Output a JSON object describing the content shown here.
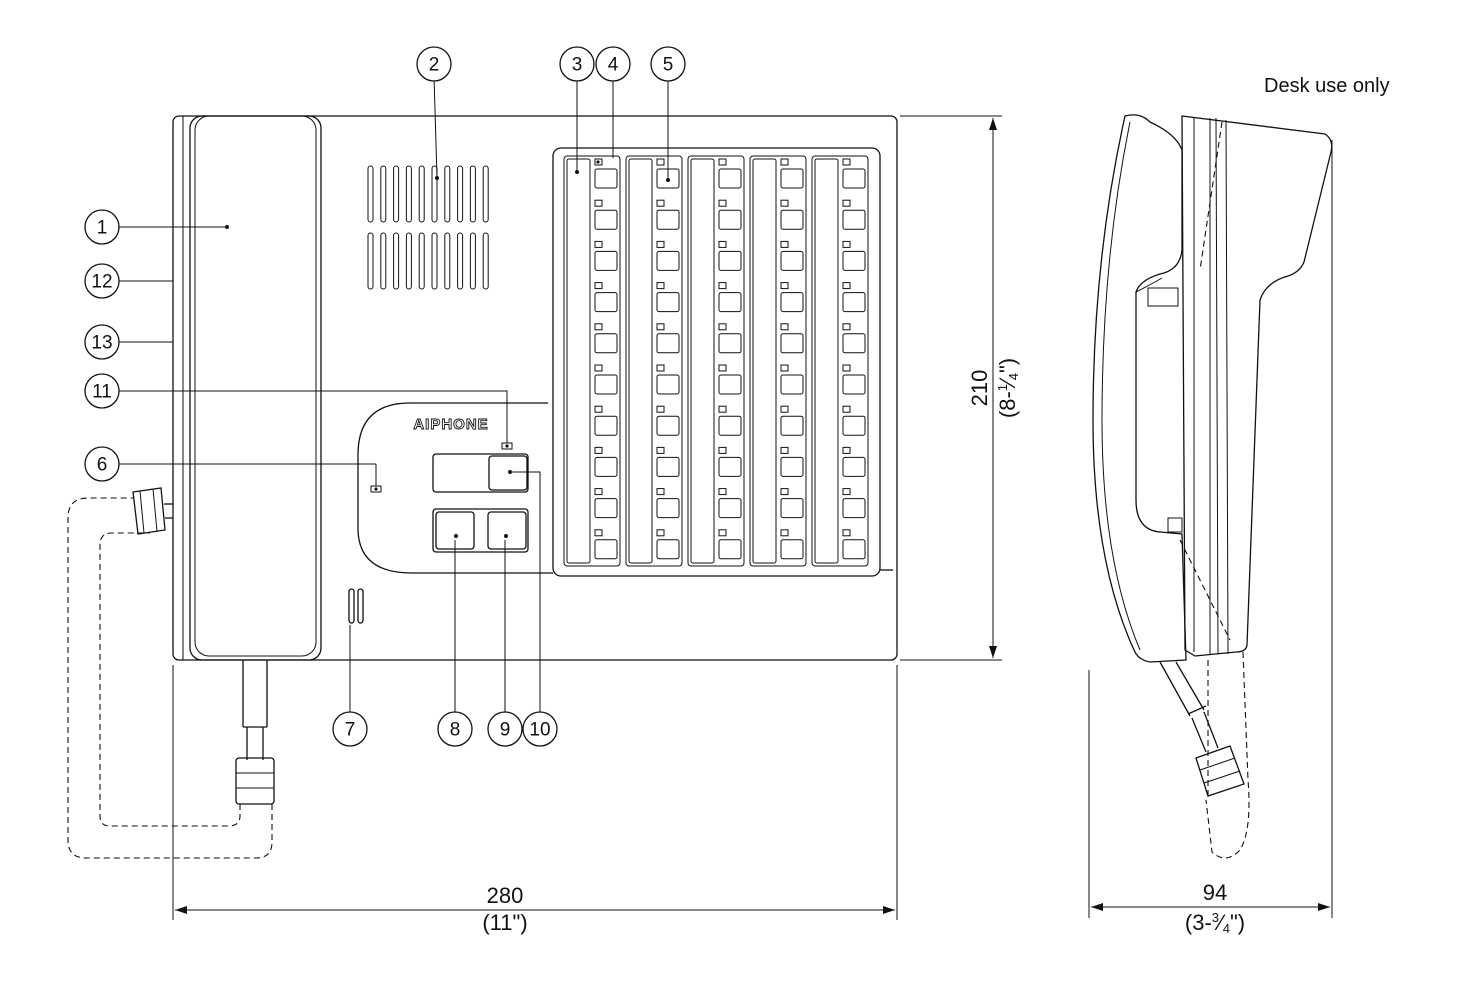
{
  "note": "Desk use only",
  "brand": "AIPHONE",
  "callouts": [
    "1",
    "2",
    "3",
    "4",
    "5",
    "6",
    "7",
    "8",
    "9",
    "10",
    "11",
    "12",
    "13"
  ],
  "dimensions": {
    "width_mm": "280",
    "width_in": "(11\")",
    "height_mm": "210",
    "height_in_prefix": "(8-",
    "height_in_num": "1",
    "height_in_den": "4",
    "height_in_suffix": "\")",
    "depth_mm": "94",
    "depth_in_prefix": "(3-",
    "depth_in_num": "3",
    "depth_in_den": "4",
    "depth_in_suffix": "\")"
  }
}
